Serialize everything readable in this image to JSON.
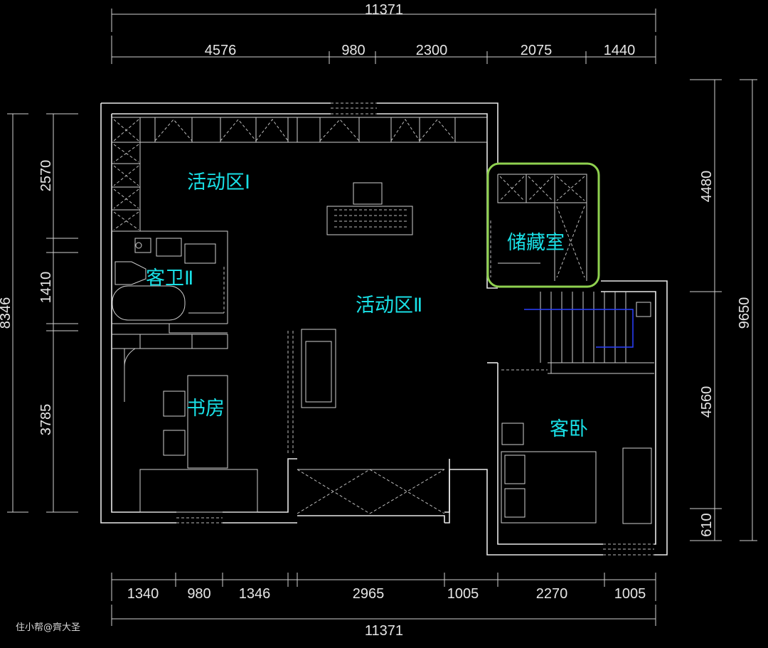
{
  "title": "Floor plan",
  "colors": {
    "background": "#000000",
    "walls": "#e8e8e8",
    "room_label": "#19e0e6",
    "highlight": "#8fd14f",
    "stair_arrow": "#1e3cff"
  },
  "dimensions": {
    "top_total": "11371",
    "top_segments": [
      "4576",
      "980",
      "2300",
      "2075",
      "1440"
    ],
    "bottom_segments": [
      "1340",
      "980",
      "1346",
      "2965",
      "1005",
      "2270",
      "1005"
    ],
    "bottom_total": "11371",
    "left_segments": [
      "2570",
      "1410",
      "3785"
    ],
    "left_total": "8346",
    "right_segments": [
      "4480",
      "4560",
      "610"
    ],
    "right_total": "9650"
  },
  "rooms": {
    "activity_1": "活动区Ⅰ",
    "guest_bath": "客卫Ⅱ",
    "activity_2": "活动区Ⅱ",
    "storage": "储藏室",
    "study": "书房",
    "guest_bedroom": "客卧"
  },
  "watermark": "住小帮@齊大圣"
}
